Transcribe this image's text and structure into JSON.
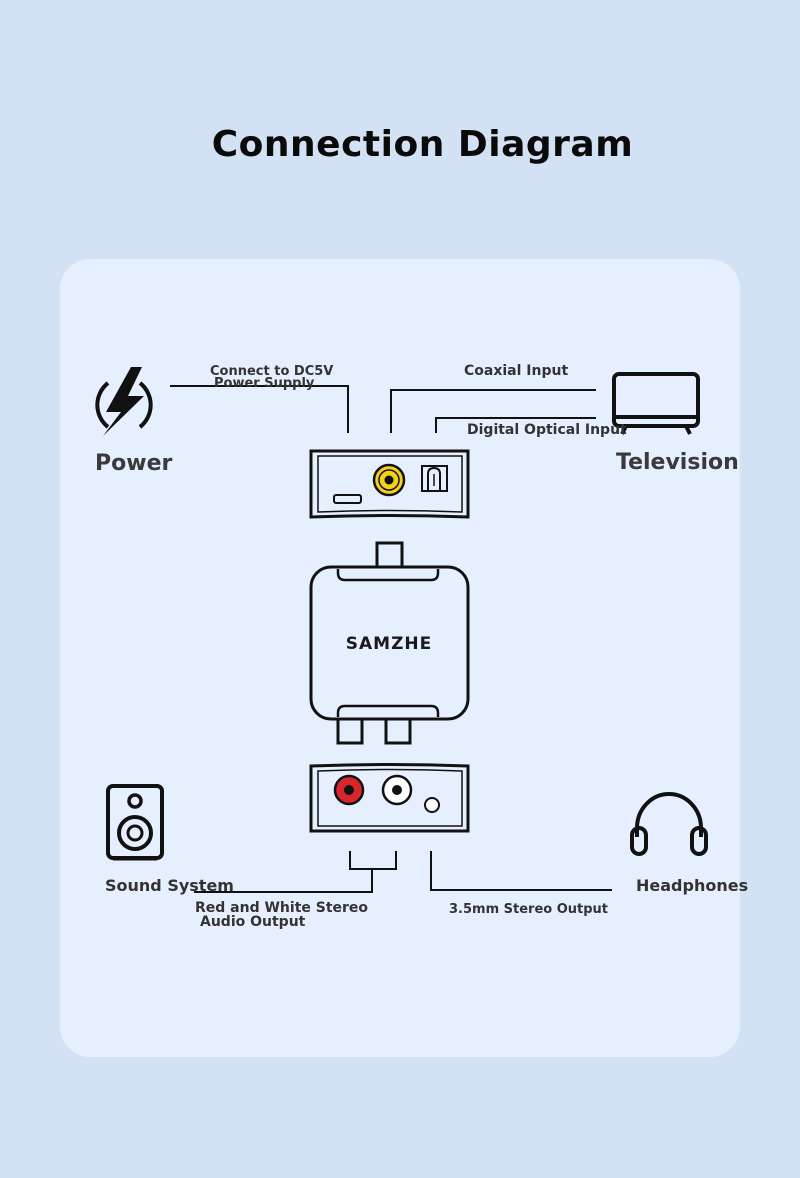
{
  "title": "Connection Diagram",
  "device": {
    "brand": "SAMZHE"
  },
  "devices": {
    "power": "Power",
    "television": "Television",
    "sound_system": "Sound System",
    "headphones": "Headphones"
  },
  "connections": {
    "dc_line1": "Connect to DC5V",
    "dc_line2": "Power Supply",
    "coaxial": "Coaxial Input",
    "optical": "Digital Optical Input",
    "rca_line1": "Red and White Stereo",
    "rca_line2": "Audio Output",
    "stereo35": "3.5mm Stereo Output"
  },
  "colors": {
    "background": "#d3e1f5",
    "panel": "#e6effd",
    "coaxial_jack": "#f5d21a",
    "rca_red": "#d9262c",
    "outline": "#111111"
  },
  "icons": [
    "lightning-icon",
    "television-icon",
    "speaker-icon",
    "headphones-icon"
  ]
}
